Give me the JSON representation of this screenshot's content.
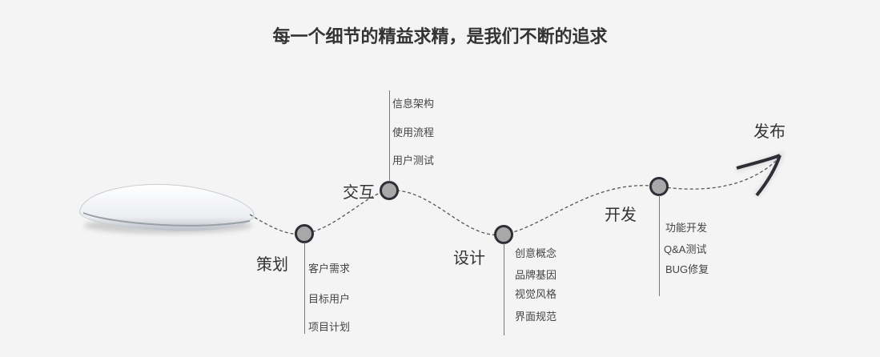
{
  "title": "每一个细节的精益求精，是我们不断的追求",
  "stages": [
    {
      "label": "策划",
      "items": [
        "客户需求",
        "目标用户",
        "项目计划"
      ]
    },
    {
      "label": "交互",
      "items": [
        "信息架构",
        "使用流程",
        "用户测试"
      ]
    },
    {
      "label": "设计",
      "items": [
        "创意概念",
        "品牌基因",
        "视觉风格",
        "界面规范"
      ]
    },
    {
      "label": "开发",
      "items": [
        "功能开发",
        "Q&A测试",
        "BUG修复"
      ]
    },
    {
      "label": "发布",
      "items": []
    }
  ]
}
